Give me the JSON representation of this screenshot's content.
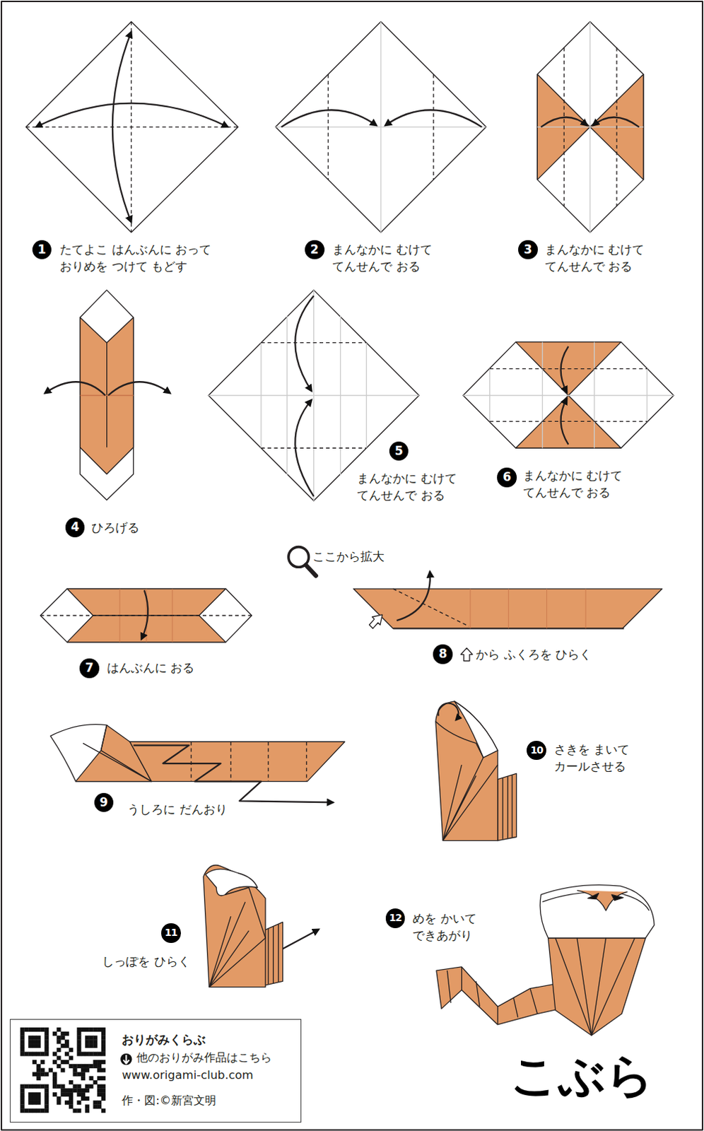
{
  "diagram": {
    "title": "こぶら",
    "nodes": [
      {
        "text": [
          "おりがみくらぶ",
          "他のおりがみ作品はこちら",
          "www.origami-club.com",
          "作・図:©新宮文明"
        ]
      }
    ],
    "labels": [
      "1",
      "たてよこ はんぶんに おって おりめを つけて もどす",
      "2",
      "まんなかに むけて てんせんで おる",
      "3",
      "まんなかに むけて てんせんで おる",
      "4",
      "ひろげる",
      "5",
      "まんなかに むけて てんせんで おる",
      "6",
      "まんなかに むけて てんせんで おる",
      "7",
      "はんぶんに おる",
      "ここから拡大",
      "8",
      "から ふくろを ひらく",
      "9",
      "うしろに だんおり",
      "10",
      "さきを まいて カールさせる",
      "11",
      "しっぽを ひらく",
      "12",
      "めを かいて できあがり"
    ]
  }
}
